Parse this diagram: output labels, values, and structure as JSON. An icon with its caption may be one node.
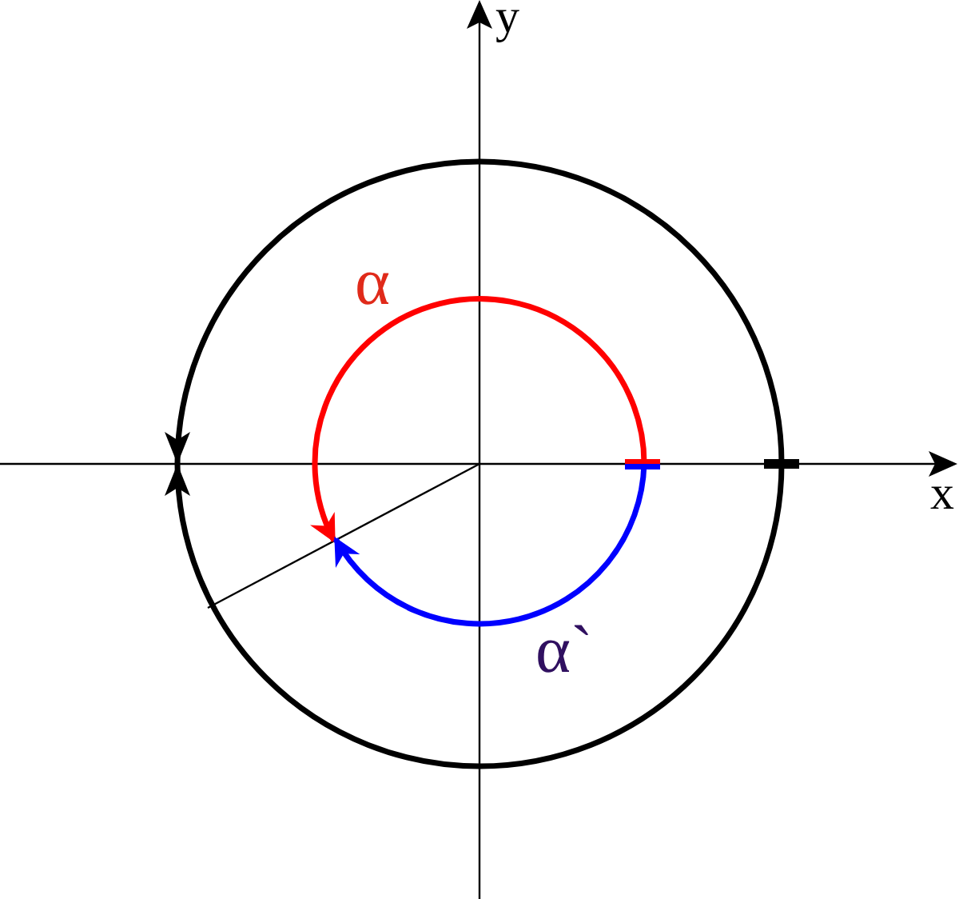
{
  "diagram": {
    "labels": [
      "y",
      "α",
      "x",
      "α`"
    ]
  }
}
